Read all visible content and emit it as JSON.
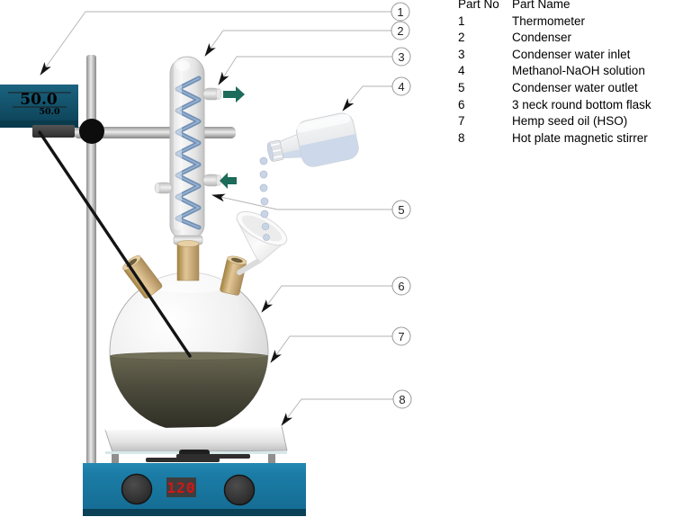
{
  "legend": {
    "header": {
      "no": "Part No",
      "name": "Part Name"
    },
    "rows": [
      {
        "no": "1",
        "name": "Thermometer"
      },
      {
        "no": "2",
        "name": "Condenser"
      },
      {
        "no": "3",
        "name": "Condenser water inlet"
      },
      {
        "no": "4",
        "name": "Methanol-NaOH solution"
      },
      {
        "no": "5",
        "name": "Condenser water outlet"
      },
      {
        "no": "6",
        "name": "3 neck round bottom flask"
      },
      {
        "no": "7",
        "name": "Hemp seed oil (HSO)"
      },
      {
        "no": "8",
        "name": "Hot plate magnetic stirrer"
      }
    ]
  },
  "callouts": [
    {
      "number": "1"
    },
    {
      "number": "2"
    },
    {
      "number": "3"
    },
    {
      "number": "4"
    },
    {
      "number": "5"
    },
    {
      "number": "6"
    },
    {
      "number": "7"
    },
    {
      "number": "8"
    }
  ],
  "thermometer": {
    "main_reading": "50.0",
    "secondary_reading": "50.0"
  },
  "stirrer": {
    "display_value": "120"
  },
  "colors": {
    "thermometer_display_bg": "#14566e",
    "stirrer_body": "#1b7ca6",
    "stirrer_display_text": "#d61515",
    "flow_arrow": "#1d6b59",
    "condenser_coil": "#6f8fb5",
    "flask_liquid": "#4a493a",
    "ground_joint_tan": "#c9a76e"
  }
}
